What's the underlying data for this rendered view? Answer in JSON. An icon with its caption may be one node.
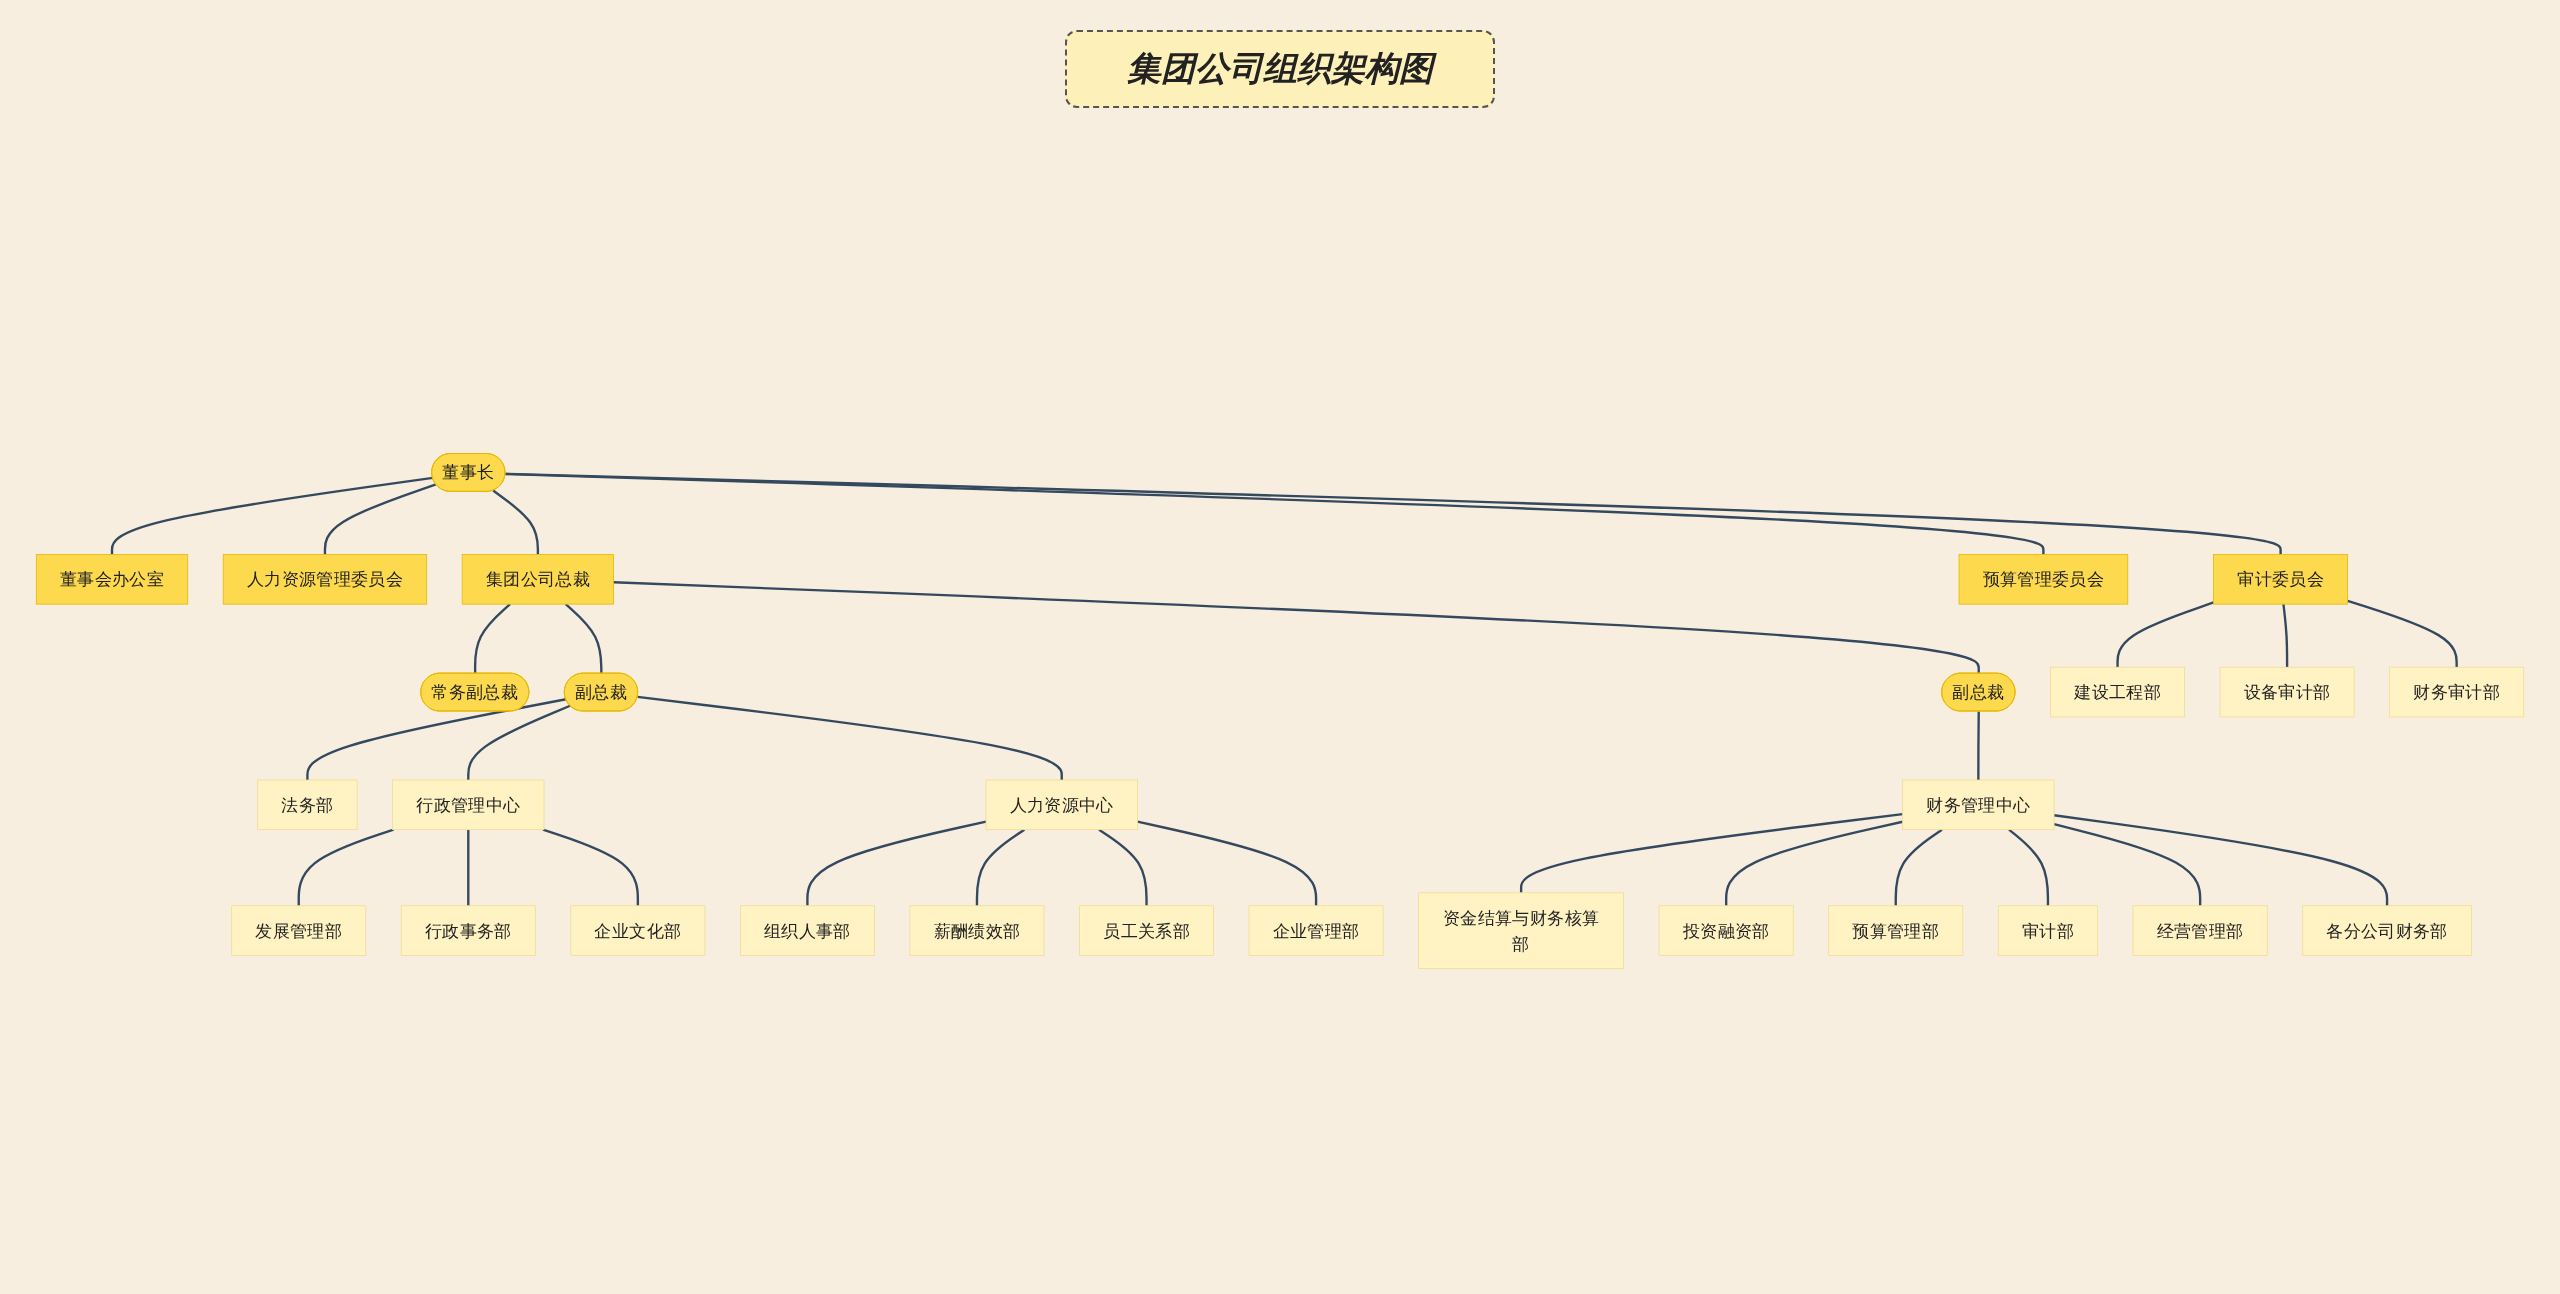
{
  "diagram": {
    "title": "集团公司组织架构图",
    "nodes": [
      {
        "text": [
          "董事长"
        ]
      },
      {
        "text": [
          "董事会办公室"
        ]
      },
      {
        "text": [
          "人力资源管理委员会"
        ]
      },
      {
        "text": [
          "集团公司总裁"
        ]
      },
      {
        "text": [
          "预算管理委员会"
        ]
      },
      {
        "text": [
          "审计委员会"
        ]
      },
      {
        "text": [
          "常务副总裁"
        ]
      },
      {
        "text": [
          "副总裁"
        ]
      },
      {
        "text": [
          "副总裁"
        ]
      },
      {
        "text": [
          "法务部"
        ]
      },
      {
        "text": [
          "行政管理中心"
        ]
      },
      {
        "text": [
          "人力资源中心"
        ]
      },
      {
        "text": [
          "财务管理中心"
        ]
      },
      {
        "text": [
          "建设工程部"
        ]
      },
      {
        "text": [
          "设备审计部"
        ]
      },
      {
        "text": [
          "财务审计部"
        ]
      },
      {
        "text": [
          "发展管理部"
        ]
      },
      {
        "text": [
          "行政事务部"
        ]
      },
      {
        "text": [
          "企业文化部"
        ]
      },
      {
        "text": [
          "组织人事部"
        ]
      },
      {
        "text": [
          "薪酬绩效部"
        ]
      },
      {
        "text": [
          "员工关系部"
        ]
      },
      {
        "text": [
          "企业管理部"
        ]
      },
      {
        "text": [
          "资金结算与财务核算部"
        ]
      },
      {
        "text": [
          "投资融资部"
        ]
      },
      {
        "text": [
          "预算管理部"
        ]
      },
      {
        "text": [
          "审计部"
        ]
      },
      {
        "text": [
          "经营管理部"
        ]
      },
      {
        "text": [
          "各分公司财务部"
        ]
      }
    ],
    "edges": [
      {
        "from": 0,
        "to": 1,
        "arrow": "none"
      },
      {
        "from": 0,
        "to": 2,
        "arrow": "none"
      },
      {
        "from": 0,
        "to": 3,
        "arrow": "none"
      },
      {
        "from": 0,
        "to": 4,
        "arrow": "none"
      },
      {
        "from": 0,
        "to": 5,
        "arrow": "none"
      },
      {
        "from": 3,
        "to": 6,
        "arrow": "none"
      },
      {
        "from": 3,
        "to": 7,
        "arrow": "none"
      },
      {
        "from": 3,
        "to": 8,
        "arrow": "none"
      },
      {
        "from": 5,
        "to": 13,
        "arrow": "none"
      },
      {
        "from": 5,
        "to": 14,
        "arrow": "none"
      },
      {
        "from": 5,
        "to": 15,
        "arrow": "none"
      },
      {
        "from": 7,
        "to": 9,
        "arrow": "none"
      },
      {
        "from": 7,
        "to": 10,
        "arrow": "none"
      },
      {
        "from": 7,
        "to": 11,
        "arrow": "none"
      },
      {
        "from": 8,
        "to": 12,
        "arrow": "none"
      },
      {
        "from": 10,
        "to": 16,
        "arrow": "none"
      },
      {
        "from": 10,
        "to": 17,
        "arrow": "none"
      },
      {
        "from": 10,
        "to": 18,
        "arrow": "none"
      },
      {
        "from": 11,
        "to": 19,
        "arrow": "none"
      },
      {
        "from": 11,
        "to": 20,
        "arrow": "none"
      },
      {
        "from": 11,
        "to": 21,
        "arrow": "none"
      },
      {
        "from": 11,
        "to": 22,
        "arrow": "none"
      },
      {
        "from": 12,
        "to": 23,
        "arrow": "none"
      },
      {
        "from": 12,
        "to": 24,
        "arrow": "none"
      },
      {
        "from": 12,
        "to": 25,
        "arrow": "none"
      },
      {
        "from": 12,
        "to": 26,
        "arrow": "none"
      },
      {
        "from": 12,
        "to": 27,
        "arrow": "none"
      },
      {
        "from": 12,
        "to": 28,
        "arrow": "none"
      }
    ]
  }
}
